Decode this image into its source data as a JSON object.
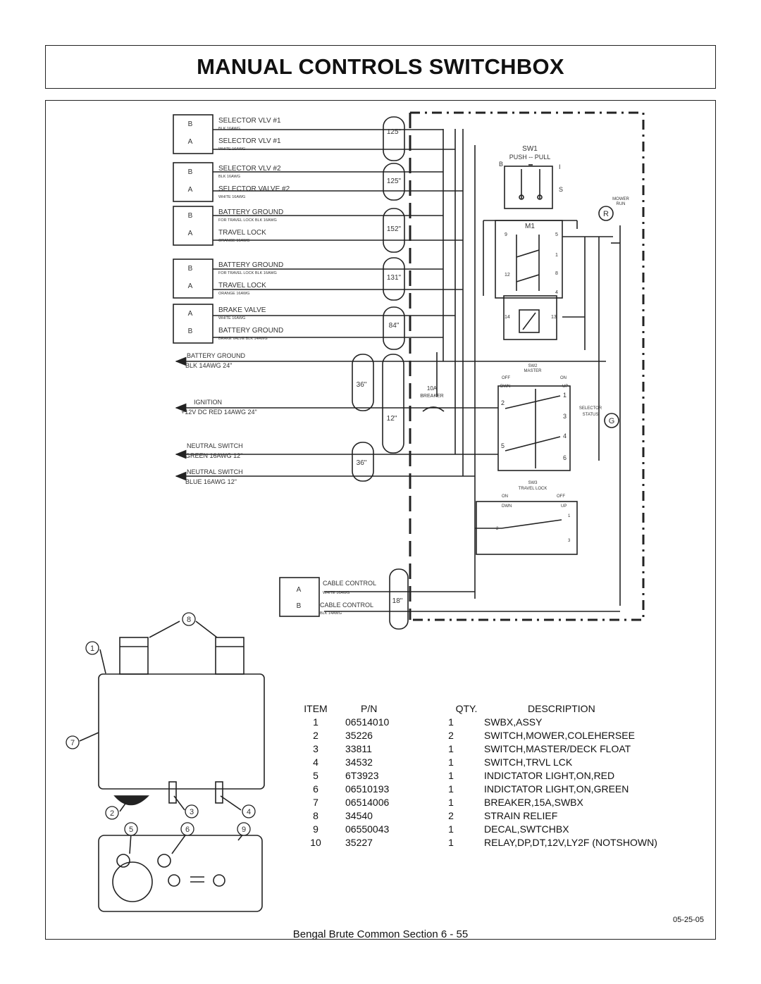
{
  "page": {
    "title": "MANUAL CONTROLS SWITCHBOX",
    "footer": "Bengal Brute Common Section  6 - 55",
    "date": "05-25-05"
  },
  "connectors": [
    {
      "top": "B",
      "bottom": "A",
      "top_label": "SELECTOR VLV #1",
      "top_sub": "BLK 16AWG",
      "bottom_label": "SELECTOR VLV #1",
      "bottom_sub": "WHITE 16AWG",
      "length": "125\""
    },
    {
      "top": "B",
      "bottom": "A",
      "top_label": "SELECTOR VLV #2",
      "top_sub": "BLK 16AWG",
      "bottom_label": "SELECTOR VALVE #2",
      "bottom_sub": "WHITE 16AWG",
      "length": "125\""
    },
    {
      "top": "B",
      "bottom": "A",
      "top_label": "BATTERY GROUND",
      "top_sub": "FOR TRAVEL LOCK BLK 16AWG",
      "bottom_label": "TRAVEL LOCK",
      "bottom_sub": "ORANGE 16AWG",
      "length": "152\""
    },
    {
      "top": "B",
      "bottom": "A",
      "top_label": "BATTERY GROUND",
      "top_sub": "FOR TRAVEL LOCK BLK 16AWG",
      "bottom_label": "TRAVEL LOCK",
      "bottom_sub": "ORANGE 16AWG",
      "length": "131\""
    },
    {
      "top": "A",
      "bottom": "B",
      "top_label": "BRAKE VALVE",
      "top_sub": "WHITE 16AWG",
      "bottom_label": "BATTERY GROUND",
      "bottom_sub": "BRAKE VALVE BLK 14AWG",
      "length": "84\""
    }
  ],
  "leads": [
    {
      "l1": "BATTERY GROUND",
      "l2": "BLK 14AWG    24\""
    },
    {
      "l1": "IGNITION",
      "l2": "+12V DC RED  14AWG    24\""
    },
    {
      "l1": "NEUTRAL SWITCH",
      "l2": "GREEN  16AWG    12\""
    },
    {
      "l1": "NEUTRAL SWITCH",
      "l2": "BLUE  16AWG    12\""
    }
  ],
  "lead_lengths": [
    "36\"",
    "12\"",
    "36\""
  ],
  "breaker": {
    "l1": "10A",
    "l2": "BREAKER"
  },
  "cable_connector": {
    "top": "A",
    "bottom": "B",
    "top_label": "CABLE CONTROL",
    "top_sub": "WHITE 16AWG",
    "bottom_label": "CABLE CONTROL",
    "bottom_sub": "BLK 14AWG",
    "length": "18\""
  },
  "sw1": {
    "name": "SW1",
    "type": "PUSH -- PULL",
    "b": "B",
    "i": "I",
    "s": "S"
  },
  "relay": {
    "name": "M1",
    "pins": [
      "9",
      "5",
      "1",
      "12",
      "8",
      "4",
      "14",
      "13"
    ]
  },
  "mower_run": {
    "l1": "MOWER",
    "l2": "RUN",
    "lamp": "R"
  },
  "selector_status": {
    "l1": "SELECTOR",
    "l2": "STATUS",
    "lamp": "G"
  },
  "sw2": {
    "name": "SW2",
    "sub": "MASTER",
    "off": "OFF",
    "on": "ON",
    "dwn": "DWN",
    "up": "UP",
    "pins": [
      "2",
      "1",
      "3",
      "4",
      "5",
      "6"
    ]
  },
  "sw3": {
    "name": "SW3",
    "sub": "TRAVEL LOCK",
    "on": "ON",
    "off": "OFF",
    "dwn": "DWN",
    "up": "UP",
    "pins": [
      "2",
      "1",
      "3"
    ]
  },
  "callouts": [
    "1",
    "2",
    "3",
    "4",
    "5",
    "6",
    "7",
    "8",
    "9"
  ],
  "parts_table": {
    "headers": [
      "ITEM",
      "P/N",
      "QTY.",
      "DESCRIPTION"
    ],
    "rows": [
      [
        "1",
        "06514010",
        "1",
        "SWBX,ASSY"
      ],
      [
        "2",
        "35226",
        "2",
        "SWITCH,MOWER,COLEHERSEE"
      ],
      [
        "3",
        "33811",
        "1",
        "SWITCH,MASTER/DECK FLOAT"
      ],
      [
        "4",
        "34532",
        "1",
        "SWITCH,TRVL LCK"
      ],
      [
        "5",
        "6T3923",
        "1",
        "INDICTATOR LIGHT,ON,RED"
      ],
      [
        "6",
        "06510193",
        "1",
        "INDICTATOR LIGHT,ON,GREEN"
      ],
      [
        "7",
        "06514006",
        "1",
        "BREAKER,15A,SWBX"
      ],
      [
        "8",
        "34540",
        "2",
        "STRAIN RELIEF"
      ],
      [
        "9",
        "06550043",
        "1",
        "DECAL,SWTCHBX"
      ],
      [
        "10",
        "35227",
        "1",
        "RELAY,DP,DT,12V,LY2F (NOTSHOWN)"
      ]
    ]
  }
}
